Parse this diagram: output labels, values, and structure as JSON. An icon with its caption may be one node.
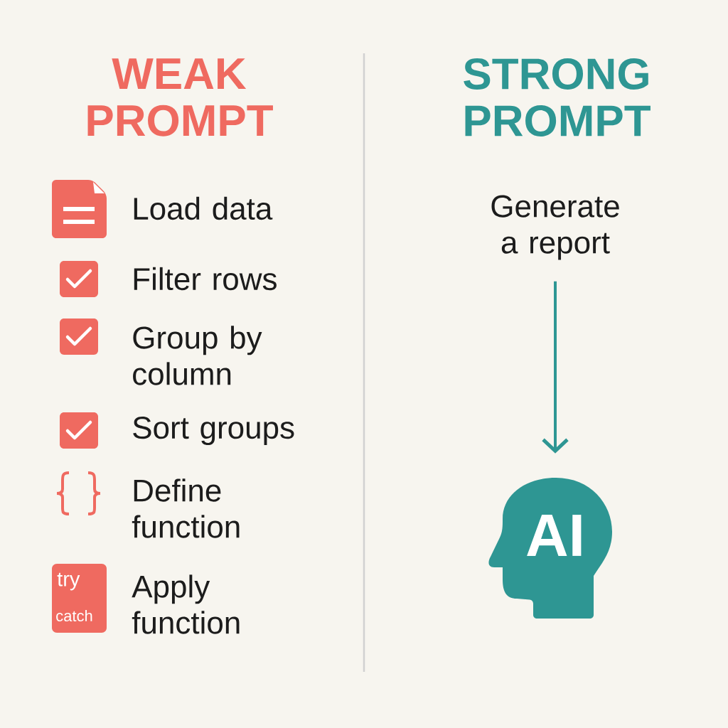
{
  "diagram": {
    "nodes": [
      {
        "text": [
          "Generate a report"
        ]
      },
      {
        "text": [
          "AI"
        ]
      }
    ],
    "edges": [
      {
        "from": 0,
        "to": 1,
        "arrow": "to"
      }
    ],
    "labels": [
      "WEAK PROMPT",
      "STRONG PROMPT",
      "Load data",
      "Filter rows",
      "Group by column",
      "Sort groups",
      "Define function",
      "try",
      "catch",
      "Apply function"
    ]
  }
}
